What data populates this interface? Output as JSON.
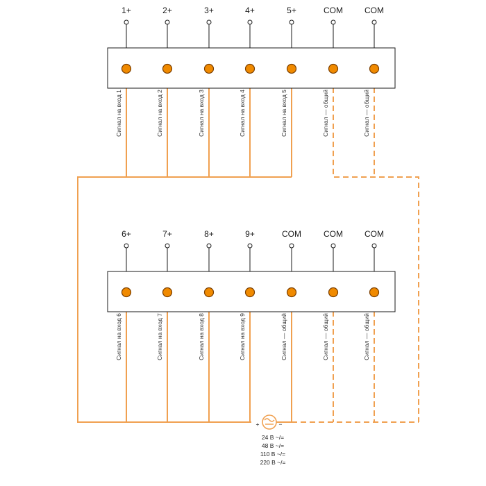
{
  "colors": {
    "wire": "#f0a050",
    "dot_fill": "#f08a00",
    "dot_stroke": "#7a3e00",
    "frame": "#1a1a1a"
  },
  "top_block": {
    "terminals": [
      {
        "label": "1+",
        "signal": "Сигнал на вход 1"
      },
      {
        "label": "2+",
        "signal": "Сигнал на вход 2"
      },
      {
        "label": "3+",
        "signal": "Сигнал на вход 3"
      },
      {
        "label": "4+",
        "signal": "Сигнал на вход 4"
      },
      {
        "label": "5+",
        "signal": "Сигнал на вход 5"
      },
      {
        "label": "COM",
        "signal": "Сигнал — общий"
      },
      {
        "label": "COM",
        "signal": "Сигнал — общий"
      }
    ]
  },
  "bottom_block": {
    "terminals": [
      {
        "label": "6+",
        "signal": "Сигнал на вход 6"
      },
      {
        "label": "7+",
        "signal": "Сигнал на вход 7"
      },
      {
        "label": "8+",
        "signal": "Сигнал на вход 8"
      },
      {
        "label": "9+",
        "signal": "Сигнал на вход 9"
      },
      {
        "label": "COM",
        "signal": "Сигнал — общий"
      },
      {
        "label": "COM",
        "signal": "Сигнал — общий"
      },
      {
        "label": "COM",
        "signal": "Сигнал — общий"
      }
    ]
  },
  "source": {
    "plus_sign": "+",
    "minus_sign": "−",
    "icon": "ac-dc-source-icon",
    "voltages": [
      "24 В ~/=",
      "48 В ~/=",
      "110 В ~/=",
      "220 В ~/="
    ]
  }
}
